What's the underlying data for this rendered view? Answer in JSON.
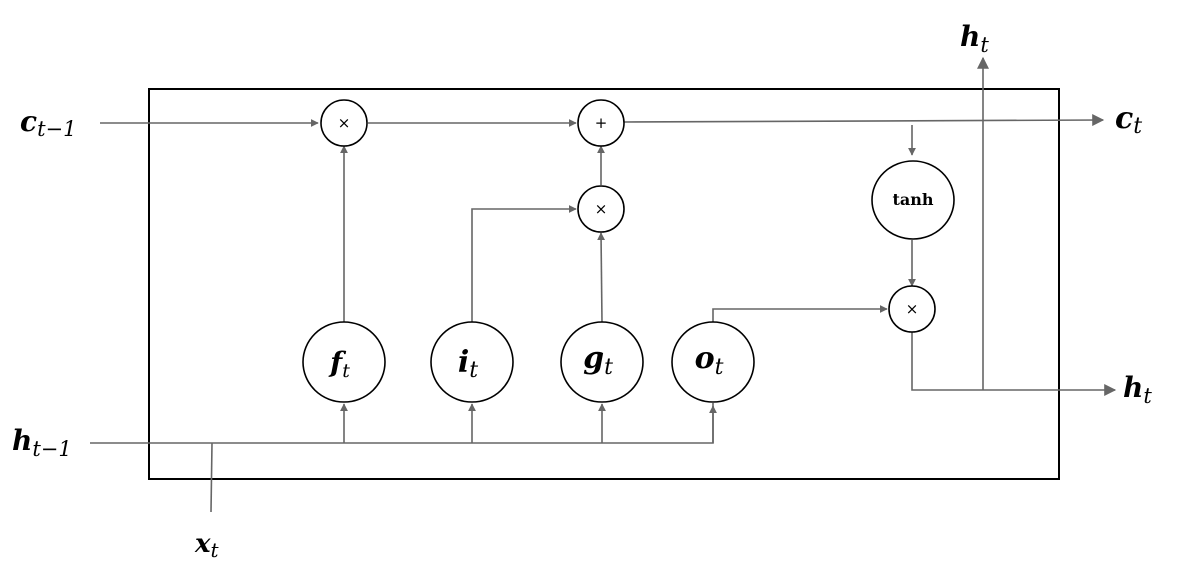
{
  "inputs": {
    "c_prev": {
      "main": "c",
      "sub": "t−1"
    },
    "h_prev": {
      "main": "h",
      "sub": "t−1"
    },
    "x": {
      "main": "x",
      "sub": "t"
    }
  },
  "outputs": {
    "c": {
      "main": "c",
      "sub": "t"
    },
    "h_right": {
      "main": "h",
      "sub": "t"
    },
    "h_top": {
      "main": "h",
      "sub": "t"
    }
  },
  "gates": {
    "f": {
      "main": "f",
      "sub": "t"
    },
    "i": {
      "main": "i",
      "sub": "t"
    },
    "g": {
      "main": "g",
      "sub": "t"
    },
    "o": {
      "main": "o",
      "sub": "t"
    }
  },
  "ops": {
    "mul_forget": "×",
    "add_cell": "+",
    "mul_input": "×",
    "tanh": "tanh",
    "mul_output": "×"
  },
  "colors": {
    "line": "#666666",
    "box": "#000000",
    "node_stroke": "#000000",
    "text": "#000000"
  }
}
